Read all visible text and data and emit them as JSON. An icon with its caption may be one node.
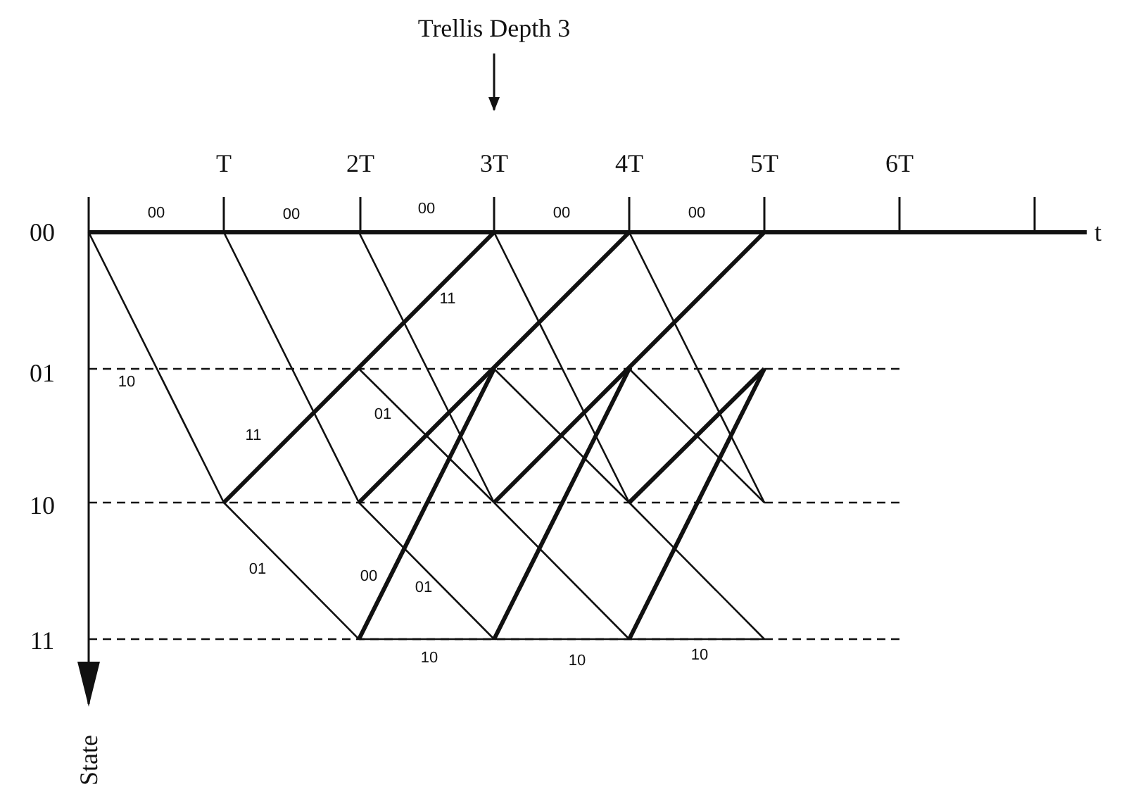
{
  "diagram": {
    "labels": [
      "Trellis Depth 3",
      "T",
      "2T",
      "3T",
      "4T",
      "5T",
      "6T",
      "00",
      "00",
      "00",
      "00",
      "00",
      "00",
      "t",
      "11",
      "01",
      "10",
      "01",
      "11",
      "10",
      "01",
      "00",
      "01",
      "11",
      "10",
      "10",
      "10",
      "State"
    ]
  }
}
